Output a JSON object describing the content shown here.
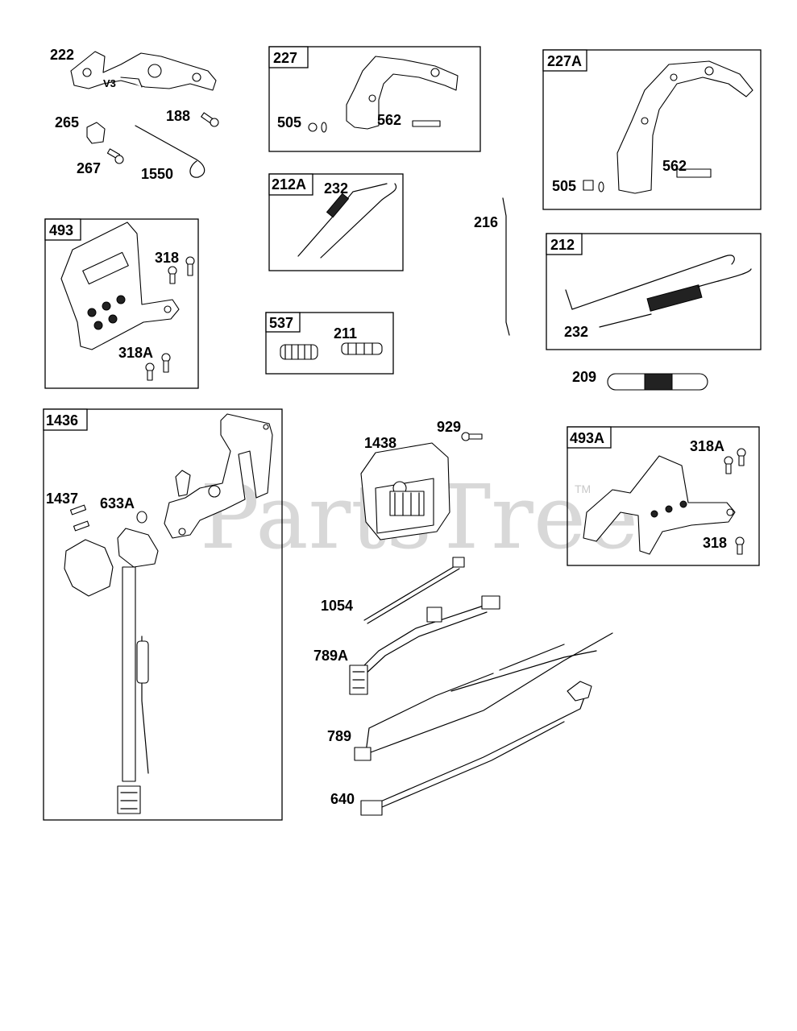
{
  "watermark": {
    "text": "PartsTree",
    "trademark": "TM"
  },
  "labels": {
    "l222": "222",
    "v3": "V3",
    "l265": "265",
    "l188": "188",
    "l267": "267",
    "l1550": "1550",
    "l227": "227",
    "l505a": "505",
    "l562a": "562",
    "l227A": "227A",
    "l505b": "505",
    "l562b": "562",
    "l212A": "212A",
    "l232a": "232",
    "l216": "216",
    "l212": "212",
    "l232b": "232",
    "l537": "537",
    "l211": "211",
    "l209": "209",
    "l493": "493",
    "l318a": "318",
    "l318Aa": "318A",
    "l1436": "1436",
    "l1437": "1437",
    "l633A": "633A",
    "l929": "929",
    "l1438": "1438",
    "l493A": "493A",
    "l318Ab": "318A",
    "l318b": "318",
    "l1054": "1054",
    "l789A": "789A",
    "l789": "789",
    "l640": "640"
  },
  "colors": {
    "line": "#000000",
    "watermark": "#c8c8c8",
    "background": "#ffffff"
  }
}
